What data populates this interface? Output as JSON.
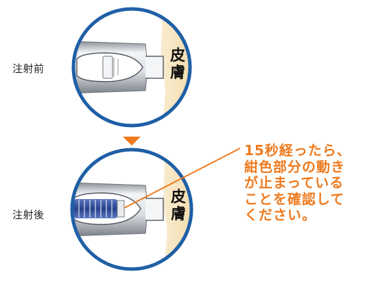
{
  "labels": {
    "before": "注射前",
    "after": "注射後",
    "skin_top": "皮",
    "skin_bottom": "膚"
  },
  "callout": {
    "lines": [
      "15秒経ったら、",
      "紺色部分の動き",
      "が止まっている",
      "ことを確認して",
      "ください。"
    ]
  },
  "colors": {
    "accent_orange": "#ee7a1e",
    "circle_outline": "#1f5fa6",
    "skin": "#f6e2b8",
    "plunger_navy": "#27408a",
    "device_body": "#eef0f2"
  }
}
